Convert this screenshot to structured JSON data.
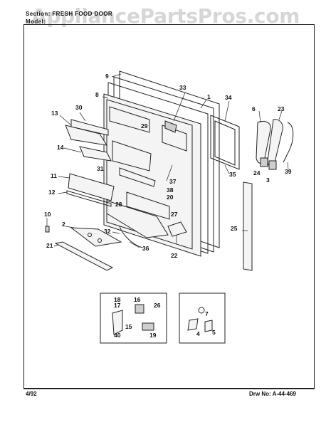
{
  "header": {
    "section_label": "Section:",
    "section_value": "FRESH FOOD DOOR",
    "model_label": "Model:"
  },
  "watermark": "AppliancePartsPros.com",
  "footer": {
    "date": "4/92",
    "drawing_label": "Drw No:",
    "drawing_number": "A-44-469"
  },
  "callouts": [
    "1",
    "2",
    "3",
    "4",
    "5",
    "6",
    "7",
    "8",
    "9",
    "10",
    "11",
    "12",
    "13",
    "14",
    "15",
    "16",
    "17",
    "18",
    "19",
    "20",
    "21",
    "22",
    "23",
    "24",
    "25",
    "26",
    "27",
    "28",
    "29",
    "30",
    "31",
    "32",
    "33",
    "34",
    "35",
    "36",
    "37",
    "38",
    "39",
    "40"
  ]
}
